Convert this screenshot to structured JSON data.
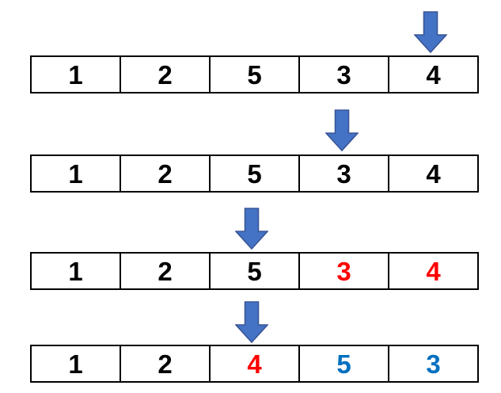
{
  "colors": {
    "arrow_fill": "#4472C4",
    "arrow_stroke": "#3A5697",
    "cell_border": "#000000",
    "text_black": "#000000",
    "text_red": "#FF0000",
    "text_blue": "#0070C0"
  },
  "steps": [
    {
      "arrow_cell_index": 4,
      "cells": [
        {
          "value": "1",
          "color": "#000000"
        },
        {
          "value": "2",
          "color": "#000000"
        },
        {
          "value": "5",
          "color": "#000000"
        },
        {
          "value": "3",
          "color": "#000000"
        },
        {
          "value": "4",
          "color": "#000000"
        }
      ]
    },
    {
      "arrow_cell_index": 3,
      "cells": [
        {
          "value": "1",
          "color": "#000000"
        },
        {
          "value": "2",
          "color": "#000000"
        },
        {
          "value": "5",
          "color": "#000000"
        },
        {
          "value": "3",
          "color": "#000000"
        },
        {
          "value": "4",
          "color": "#000000"
        }
      ]
    },
    {
      "arrow_cell_index": 2,
      "cells": [
        {
          "value": "1",
          "color": "#000000"
        },
        {
          "value": "2",
          "color": "#000000"
        },
        {
          "value": "5",
          "color": "#000000"
        },
        {
          "value": "3",
          "color": "#FF0000"
        },
        {
          "value": "4",
          "color": "#FF0000"
        }
      ]
    },
    {
      "arrow_cell_index": 2,
      "cells": [
        {
          "value": "1",
          "color": "#000000"
        },
        {
          "value": "2",
          "color": "#000000"
        },
        {
          "value": "4",
          "color": "#FF0000"
        },
        {
          "value": "5",
          "color": "#0070C0"
        },
        {
          "value": "3",
          "color": "#0070C0"
        }
      ]
    }
  ]
}
